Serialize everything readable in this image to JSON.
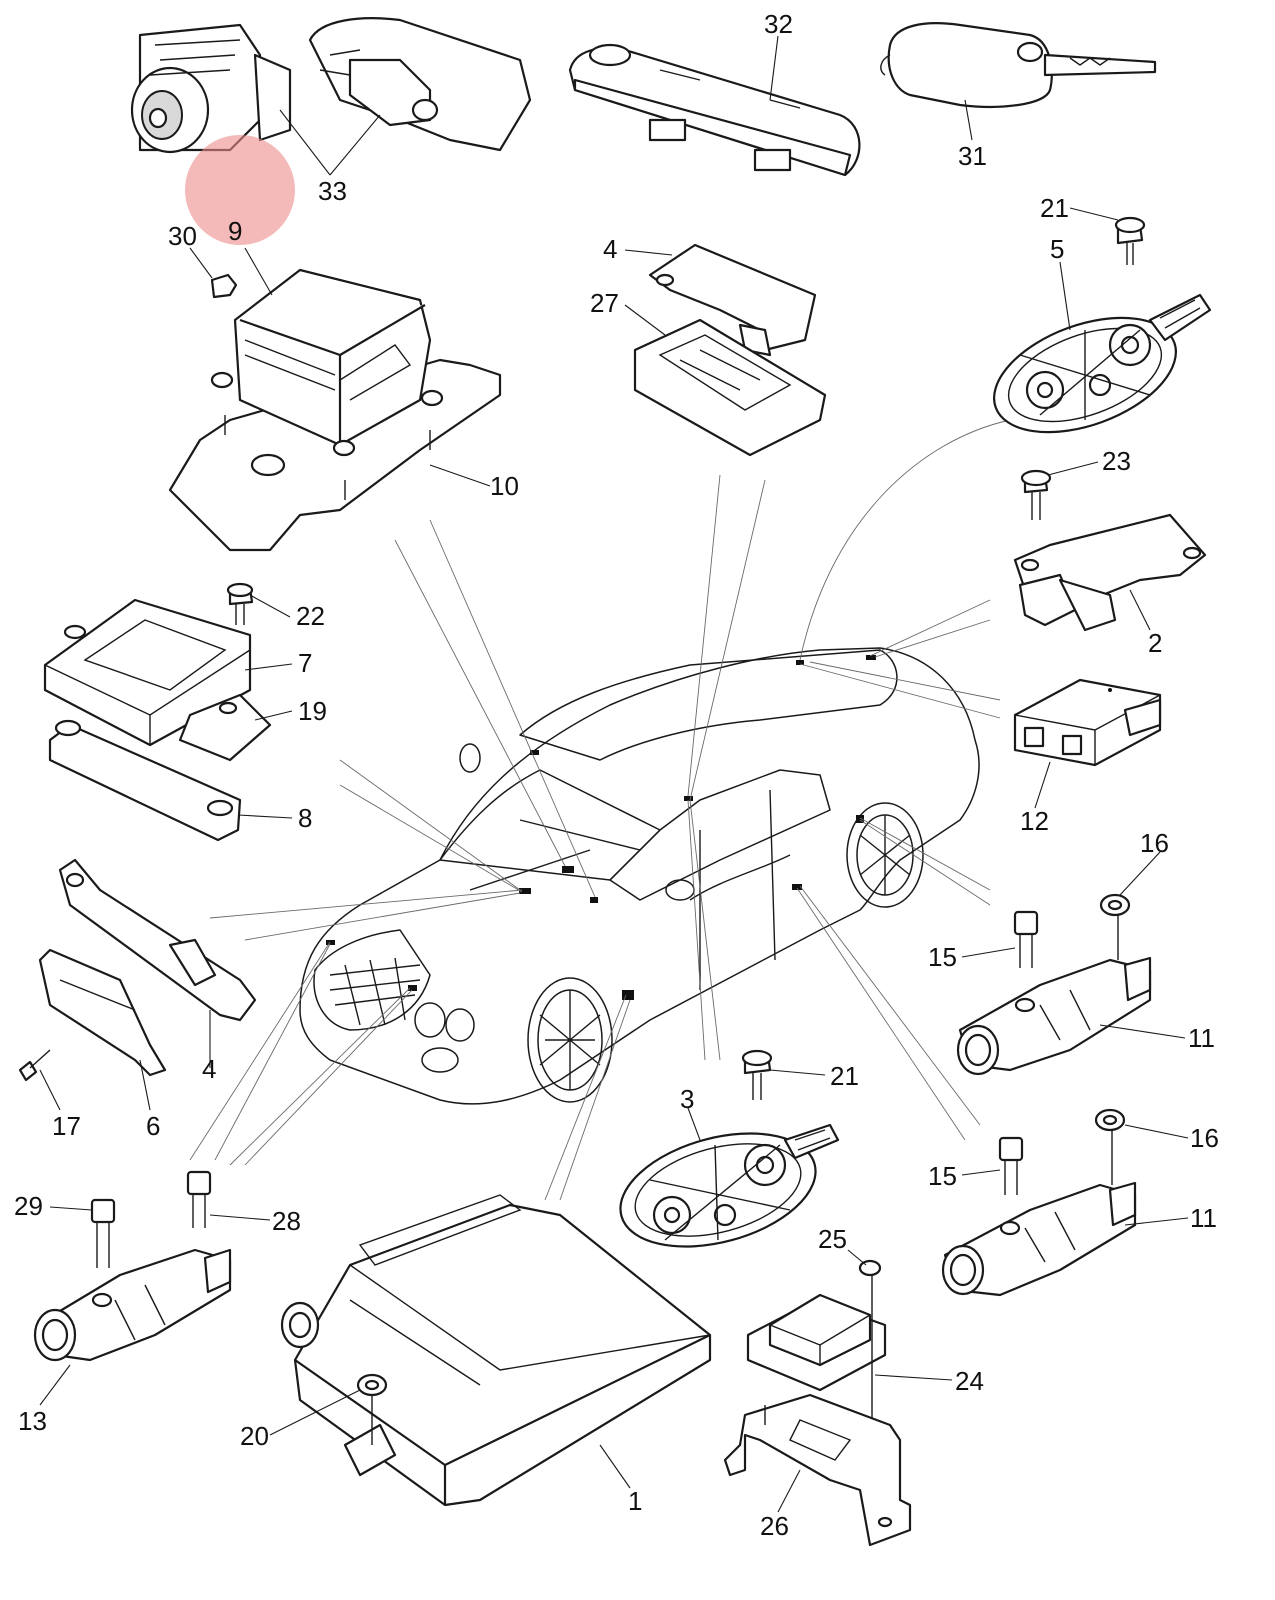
{
  "diagram": {
    "highlight_color": "#ec8a8a",
    "line_color": "#1a1a1a",
    "callouts": {
      "c1": "1",
      "c2": "2",
      "c3": "3",
      "c4a": "4",
      "c4b": "4",
      "c5": "5",
      "c6": "6",
      "c7": "7",
      "c8": "8",
      "c9": "9",
      "c10": "10",
      "c11a": "11",
      "c11b": "11",
      "c12": "12",
      "c13": "13",
      "c15a": "15",
      "c15b": "15",
      "c16a": "16",
      "c16b": "16",
      "c17": "17",
      "c19": "19",
      "c20": "20",
      "c21a": "21",
      "c21b": "21",
      "c22": "22",
      "c23": "23",
      "c24": "24",
      "c25": "25",
      "c26": "26",
      "c27": "27",
      "c28": "28",
      "c29": "29",
      "c30": "30",
      "c31": "31",
      "c32": "32",
      "c33": "33"
    }
  }
}
